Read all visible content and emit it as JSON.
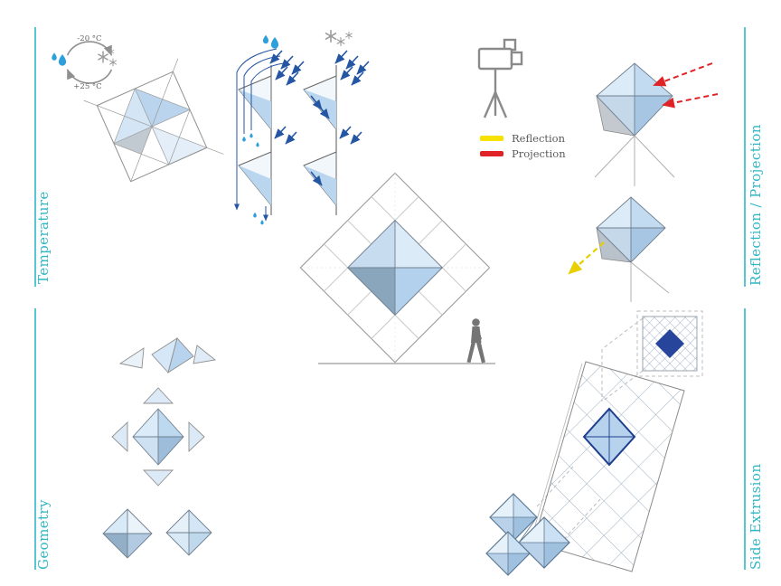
{
  "sections": {
    "temperature": {
      "label": "Temperature"
    },
    "geometry": {
      "label": "Geometry"
    },
    "reflection_projection": {
      "label": "Reflection / Projection"
    },
    "side_extrusion": {
      "label": "Side Extrusion"
    }
  },
  "temperature_cycle": {
    "cold_label": "-20 °C",
    "warm_label": "+25 °C"
  },
  "legend": {
    "reflection": {
      "label": "Reflection",
      "color": "#f6e100"
    },
    "projection": {
      "label": "Projection",
      "color": "#e02327"
    }
  },
  "colors": {
    "accent_cyan": "#2fb7c5",
    "arrow_blue": "#2456a4",
    "drop_blue": "#2d9fdb",
    "panel_blue_light": "#cfe4f5",
    "panel_blue_mid": "#aecbe6",
    "lattice_blue": "#1d3f8e",
    "outline_gray": "#8f8f8f"
  }
}
